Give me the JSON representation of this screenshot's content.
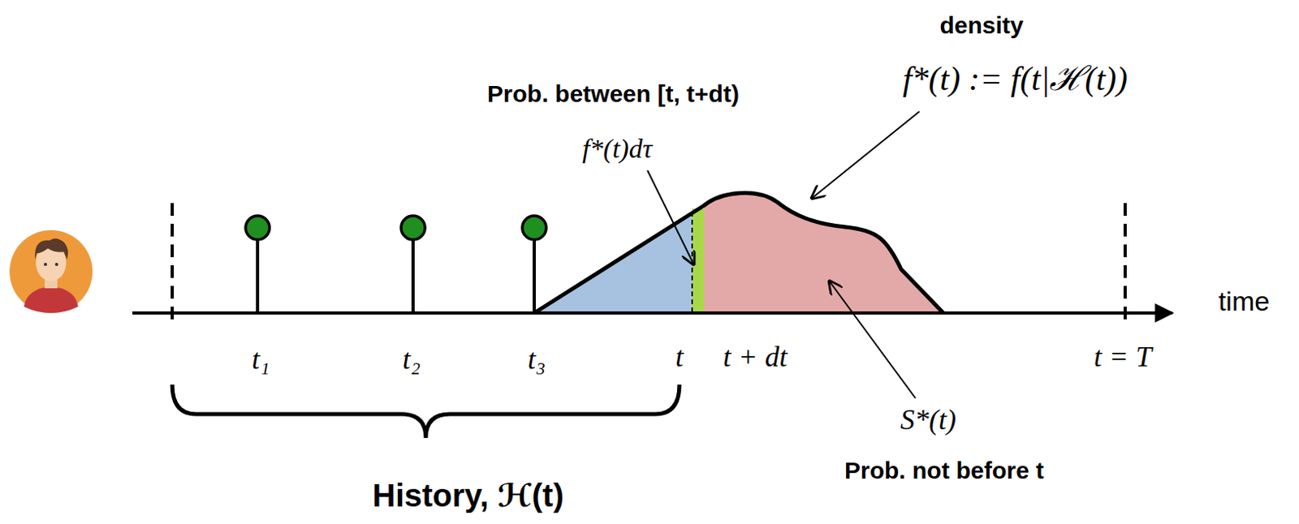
{
  "diagram": {
    "labels": [
      "density",
      "f*(t) := f(t|ℋ(t))",
      "Prob. between [t, t+dt)",
      "f*(t)dτ",
      "t₁",
      "t₂",
      "t₃",
      "t",
      "t + dt",
      "t = T",
      "time",
      "S*(t)",
      "Prob. not before t",
      "History, ℋ(t)"
    ]
  }
}
